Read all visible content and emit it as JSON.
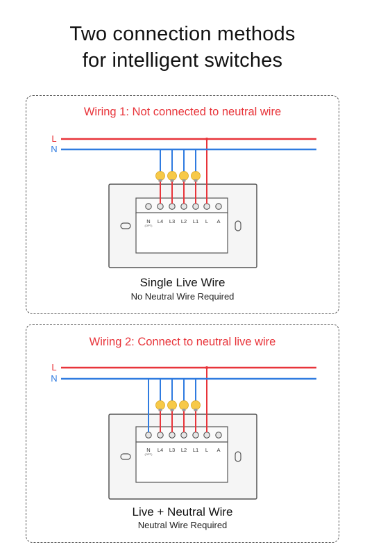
{
  "title": {
    "line1": "Two connection methods",
    "line2": "for intelligent switches"
  },
  "colors": {
    "live": "#e8343a",
    "neutral": "#2f7be0",
    "bulb": "#f7c948",
    "switch_body": "#f5f5f5",
    "switch_border": "#555555"
  },
  "panels": [
    {
      "heading": "Wiring 1:  Not connected to neutral wire",
      "wire_live": "L",
      "wire_neutral": "N",
      "terminals": [
        "N",
        "L4",
        "L3",
        "L2",
        "L1",
        "L",
        "A"
      ],
      "terminal_note": "(OPT)",
      "bulbs": 4,
      "neutral_to_switch": false,
      "caption_main": "Single Live Wire",
      "caption_sub": "No Neutral Wire Required"
    },
    {
      "heading": "Wiring 2: Connect to neutral live wire",
      "wire_live": "L",
      "wire_neutral": "N",
      "terminals": [
        "N",
        "L4",
        "L3",
        "L2",
        "L1",
        "L",
        "A"
      ],
      "terminal_note": "(OPT)",
      "bulbs": 4,
      "neutral_to_switch": true,
      "caption_main": "Live + Neutral Wire",
      "caption_sub": "Neutral Wire Required"
    }
  ]
}
